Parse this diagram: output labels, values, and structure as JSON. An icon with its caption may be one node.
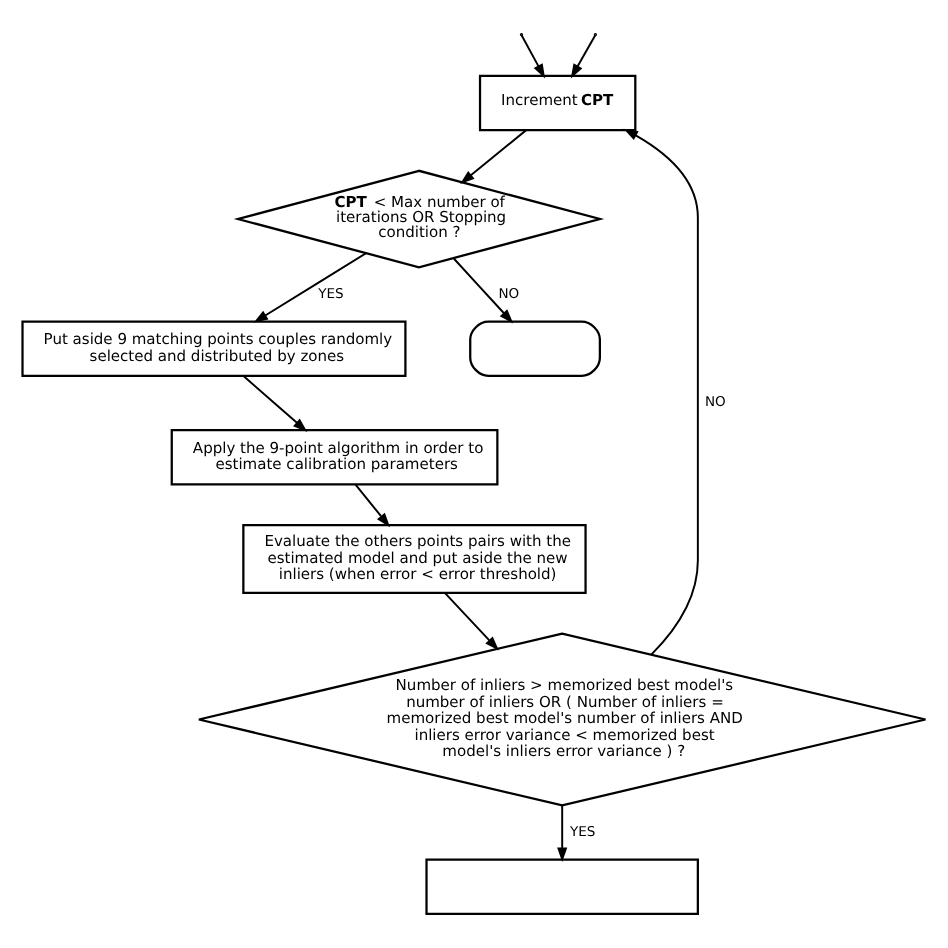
{
  "diagram": {
    "nodes": [
      {
        "text": [
          "Increment **CPT**"
        ]
      },
      {
        "text": [
          "**CPT** < Max number of iterations OR Stopping condition ?"
        ]
      },
      {
        "text": [
          "Put aside 9 matching points couples randomly selected and distributed by zones"
        ]
      },
      {
        "text": [
          "Apply the 9-point algorithm in order to estimate calibration parameters"
        ]
      },
      {
        "text": [
          "Evaluate the others points pairs with the estimated model and put aside the new inliers (when error < error threshold)"
        ]
      },
      {
        "text": [
          "Number of inliers > memorized best model's number of inliers OR ( Number of inliers = memorized best model's number of inliers AND inliers error variance < memorized best model's inliers error variance ) ?"
        ]
      },
      {
        "text": [],
        "shape": "box"
      },
      {
        "text": [],
        "shape": "rounded"
      }
    ],
    "edges": [
      {
        "from": null,
        "to": 0,
        "arrow": "to"
      },
      {
        "from": null,
        "to": 0,
        "arrow": "to"
      },
      {
        "from": 0,
        "to": 1,
        "arrow": "to"
      },
      {
        "from": 1,
        "to": 2,
        "arrow": "to",
        "label": "YES"
      },
      {
        "from": 1,
        "to": 7,
        "arrow": "to",
        "label": "NO"
      },
      {
        "from": 2,
        "to": 3,
        "arrow": "to"
      },
      {
        "from": 3,
        "to": 4,
        "arrow": "to"
      },
      {
        "from": 4,
        "to": 5,
        "arrow": "to"
      },
      {
        "from": 5,
        "to": 0,
        "arrow": "to",
        "label": "NO"
      },
      {
        "from": 5,
        "to": 6,
        "arrow": "to",
        "label": "YES"
      }
    ]
  }
}
